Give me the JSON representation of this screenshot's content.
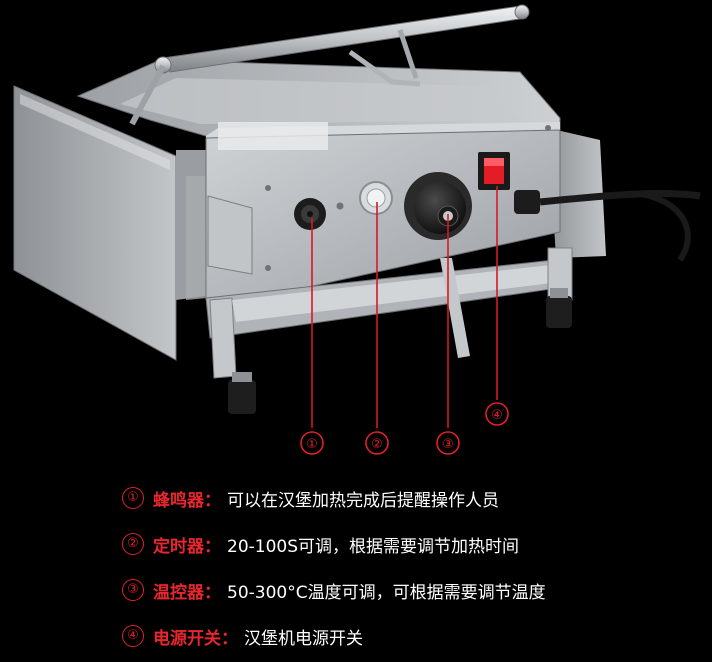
{
  "callouts": [
    "①",
    "②",
    "③",
    "④"
  ],
  "legend": [
    {
      "num": "①",
      "term": "蜂鸣器",
      "colon": "：",
      "desc": "可以在汉堡加热完成后提醒操作人员"
    },
    {
      "num": "②",
      "term": "定时器",
      "colon": "：",
      "desc": "20-100S可调，根据需要调节加热时间"
    },
    {
      "num": "③",
      "term": "温控器",
      "colon": "：",
      "desc": "50-300°C温度可调，可根据需要调节温度"
    },
    {
      "num": "④",
      "term": "电源开关",
      "colon": "：",
      "desc": "汉堡机电源开关"
    }
  ],
  "colors": {
    "background": "#000000",
    "accent": "#e0202a",
    "text": "#ffffff",
    "steel": "#b9bdc1"
  },
  "icons": [
    "buzzer-icon",
    "timer-dial-icon",
    "thermostat-knob-icon",
    "power-switch-icon"
  ]
}
